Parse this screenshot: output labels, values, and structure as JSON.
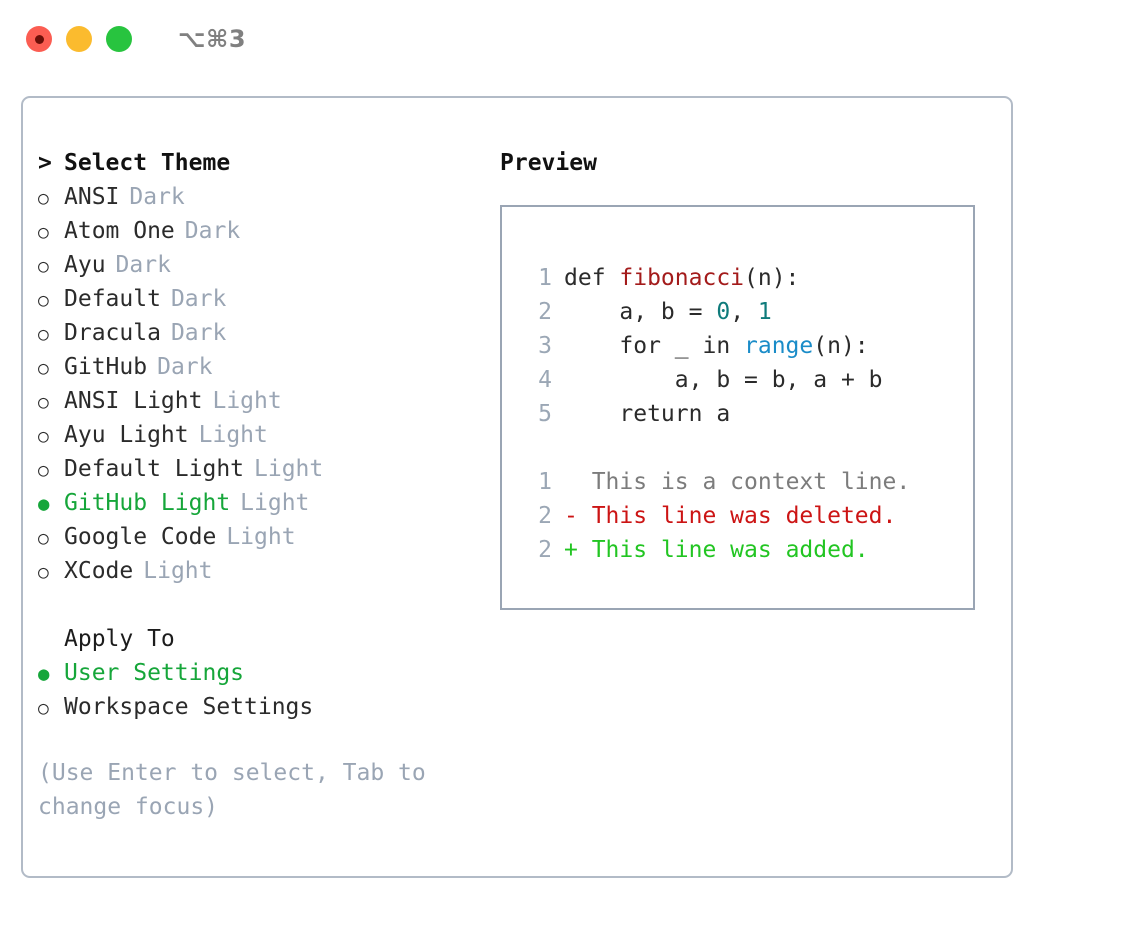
{
  "titlebar": {
    "shortcut": "⌥⌘3",
    "buttons": [
      {
        "name": "close",
        "color": "#fb5d52"
      },
      {
        "name": "minimize",
        "color": "#fbbb2e"
      },
      {
        "name": "maximize",
        "color": "#28c43f"
      }
    ]
  },
  "theme_panel": {
    "heading": "Select Theme",
    "caret": ">",
    "items": [
      {
        "name": "ANSI",
        "category": "Dark",
        "selected": false
      },
      {
        "name": "Atom One",
        "category": "Dark",
        "selected": false
      },
      {
        "name": "Ayu",
        "category": "Dark",
        "selected": false
      },
      {
        "name": "Default",
        "category": "Dark",
        "selected": false
      },
      {
        "name": "Dracula",
        "category": "Dark",
        "selected": false
      },
      {
        "name": "GitHub",
        "category": "Dark",
        "selected": false
      },
      {
        "name": "ANSI Light",
        "category": "Light",
        "selected": false
      },
      {
        "name": "Ayu Light",
        "category": "Light",
        "selected": false
      },
      {
        "name": "Default Light",
        "category": "Light",
        "selected": false
      },
      {
        "name": "GitHub Light",
        "category": "Light",
        "selected": true
      },
      {
        "name": "Google Code",
        "category": "Light",
        "selected": false
      },
      {
        "name": "XCode",
        "category": "Light",
        "selected": false
      }
    ]
  },
  "apply_to": {
    "heading": "Apply To",
    "options": [
      {
        "label": "User Settings",
        "selected": true
      },
      {
        "label": "Workspace Settings",
        "selected": false
      }
    ]
  },
  "hint": "(Use Enter to select, Tab to change focus)",
  "preview": {
    "heading": "Preview",
    "code_lines": [
      {
        "no": "1",
        "segments": [
          {
            "text": "def ",
            "token": "plain"
          },
          {
            "text": "fibonacci",
            "token": "fn"
          },
          {
            "text": "(n):",
            "token": "plain"
          }
        ]
      },
      {
        "no": "2",
        "segments": [
          {
            "text": "    a, b = ",
            "token": "plain"
          },
          {
            "text": "0",
            "token": "num"
          },
          {
            "text": ", ",
            "token": "plain"
          },
          {
            "text": "1",
            "token": "num"
          }
        ]
      },
      {
        "no": "3",
        "segments": [
          {
            "text": "    for _ in ",
            "token": "plain"
          },
          {
            "text": "range",
            "token": "call"
          },
          {
            "text": "(n):",
            "token": "plain"
          }
        ]
      },
      {
        "no": "4",
        "segments": [
          {
            "text": "        a, b = b, a + b",
            "token": "plain"
          }
        ]
      },
      {
        "no": "5",
        "segments": [
          {
            "text": "    return a",
            "token": "plain"
          }
        ]
      }
    ],
    "diff_lines": [
      {
        "no": "1",
        "sign": " ",
        "text": "This is a context line.",
        "kind": "context"
      },
      {
        "no": "2",
        "sign": "-",
        "text": "This line was deleted.",
        "kind": "deleted"
      },
      {
        "no": "2",
        "sign": "+",
        "text": "This line was added.",
        "kind": "added"
      }
    ]
  },
  "colors": {
    "accent_green": "#16a63a",
    "diff_add": "#22c522",
    "diff_delete": "#cc1414",
    "muted": "#9aa5b4",
    "border": "#b2bbc7",
    "function": "#a31b1b",
    "number": "#0f7b7b",
    "builtin": "#1a8cc8"
  }
}
